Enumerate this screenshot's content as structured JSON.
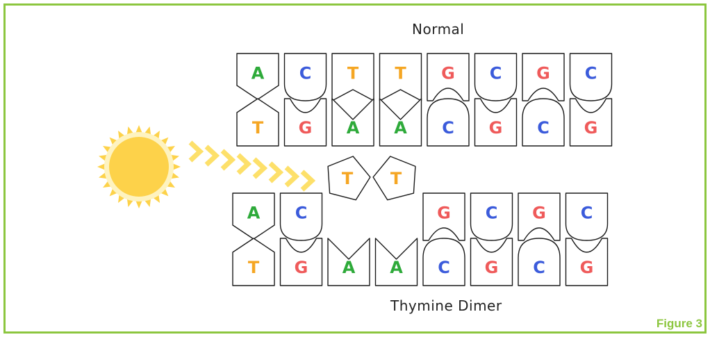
{
  "labels": {
    "normal": "Normal",
    "dimer": "Thymine Dimer",
    "figure": "Figure 3"
  },
  "colors": {
    "frame": "#8cc63f",
    "A": "#2eaa3a",
    "T": "#f5a623",
    "G": "#ef5a5a",
    "C": "#3b5bdb",
    "sun": "#fdd24a",
    "rays": "#fde06a"
  },
  "icons": {
    "sun": "sun-icon",
    "uv": "uv-ray-chevron-icon"
  },
  "normal_strand": {
    "top": [
      "A",
      "C",
      "T",
      "T",
      "G",
      "C",
      "G",
      "C"
    ],
    "bottom": [
      "T",
      "G",
      "A",
      "A",
      "C",
      "G",
      "C",
      "G"
    ]
  },
  "dimer_pair": [
    "T",
    "T"
  ],
  "damaged_strand": {
    "top": [
      "A",
      "C",
      "",
      "",
      "G",
      "C",
      "G",
      "C"
    ],
    "bottom": [
      "T",
      "G",
      "A",
      "A",
      "C",
      "G",
      "C",
      "G"
    ]
  }
}
